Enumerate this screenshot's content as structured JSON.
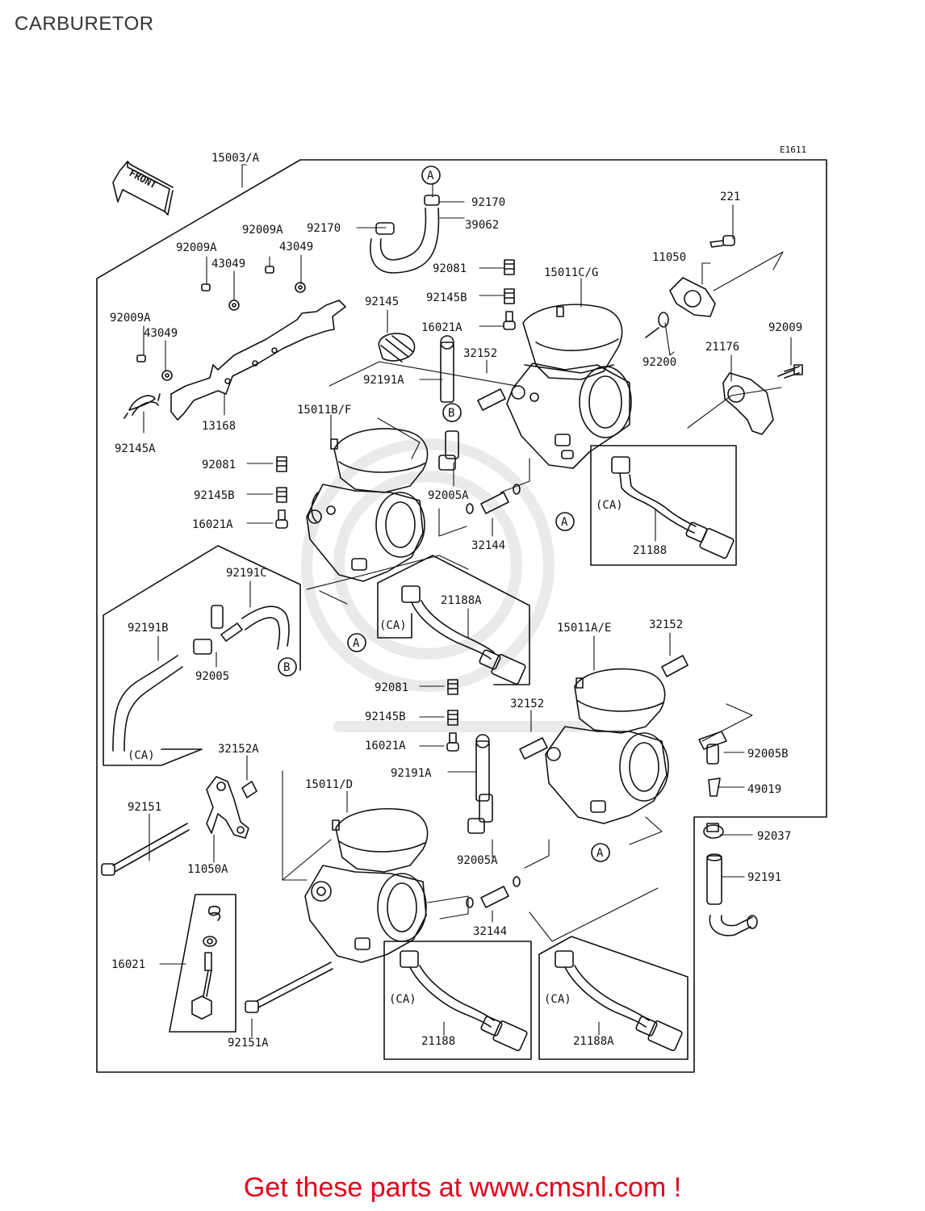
{
  "title": "CARBURETOR",
  "diagram_code": "E1611",
  "front_label": "FRONT",
  "footer_text": "Get these parts at www.cmsnl.com !",
  "colors": {
    "footer": "#e2001a",
    "line": "#111111"
  },
  "parts": {
    "p15003A": "15003/A",
    "p92170a": "92170",
    "p92170b": "92170",
    "p39062": "39062",
    "p221": "221",
    "p11050": "11050",
    "p92009Aa": "92009A",
    "p43049a": "43049",
    "p92009Ab": "92009A",
    "p43049b": "43049",
    "p92009Ac": "92009A",
    "p43049c": "43049",
    "p92081a": "92081",
    "p92145Ba": "92145B",
    "p16021Aa": "16021A",
    "p15011CG": "15011C/G",
    "p92145": "92145",
    "p32152a": "32152",
    "p92191Aa": "92191A",
    "p92200": "92200",
    "p21176": "21176",
    "p92009": "92009",
    "p13168": "13168",
    "p92145A": "92145A",
    "p15011BF": "15011B/F",
    "p92081b": "92081",
    "p92145Bb": "92145B",
    "p16021Ab": "16021A",
    "p92005Aa": "92005A",
    "p32144a": "32144",
    "p21188a": "21188",
    "p21188Aa": "21188A",
    "p92191C": "92191C",
    "p92191B": "92191B",
    "p92005": "92005",
    "p15011AE": "15011A/E",
    "p32152b": "32152",
    "p92081c": "92081",
    "p92145Bc": "92145B",
    "p32152c": "32152",
    "p16021Ac": "16021A",
    "p92191Ab": "92191A",
    "p32152A": "32152A",
    "p92005B": "92005B",
    "p49019": "49019",
    "p92151": "92151",
    "p15011D": "15011/D",
    "p92037": "92037",
    "p92005Ab": "92005A",
    "p11050A": "11050A",
    "p92191": "92191",
    "p32144b": "32144",
    "p16021": "16021",
    "p21188b": "21188",
    "p21188Ab": "21188A",
    "p92151A": "92151A"
  },
  "ca_label": "(CA)",
  "connector_a": "A",
  "connector_b": "B"
}
